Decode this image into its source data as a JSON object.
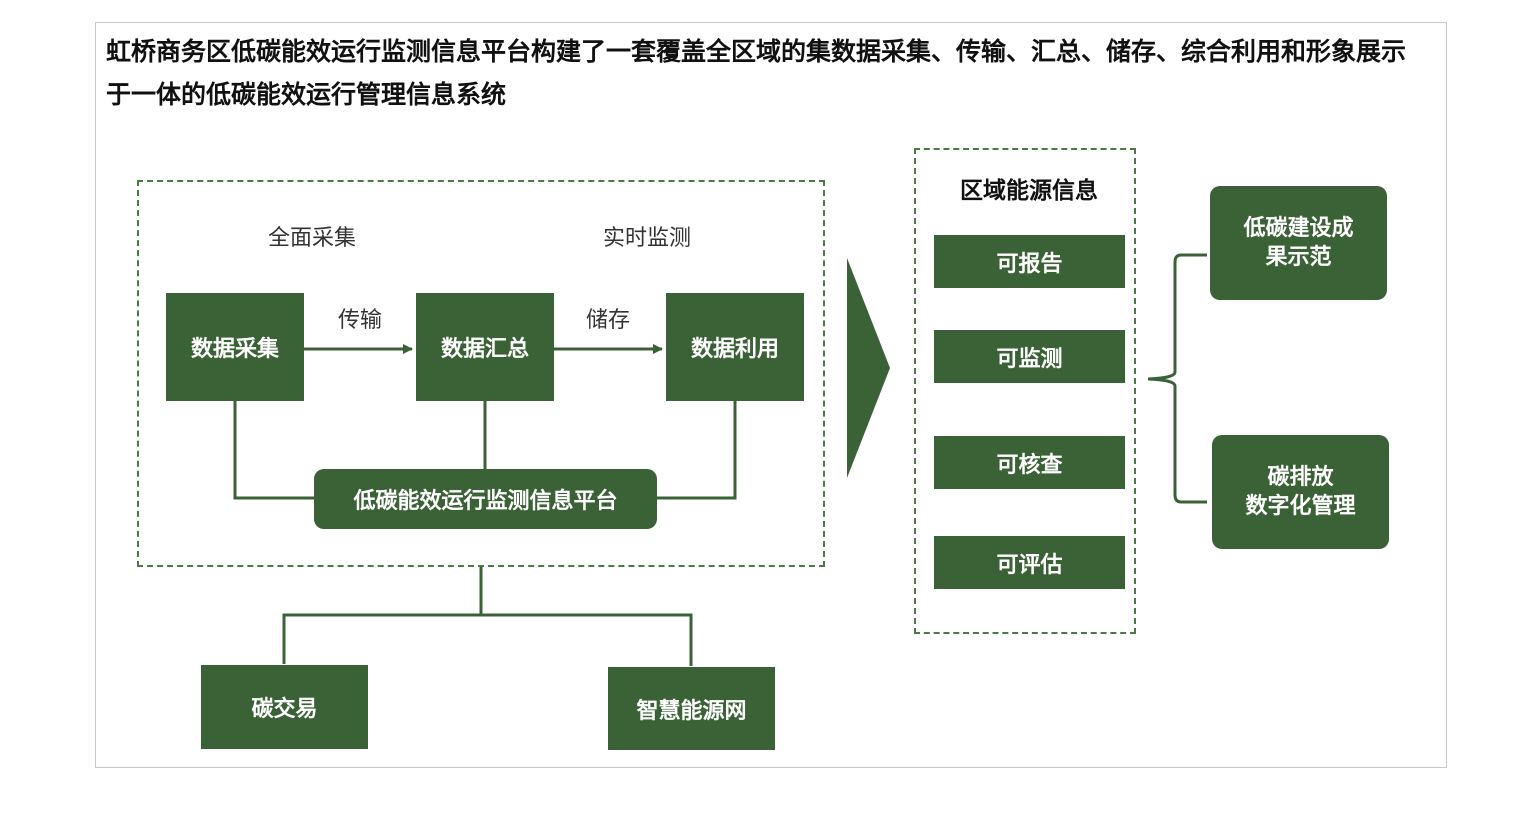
{
  "title": "虹桥商务区低碳能效运行监测信息平台构建了一套覆盖全区域的集数据采集、传输、汇总、储存、综合利用和形象展示于一体的低碳能效运行管理信息系统",
  "labels": {
    "full_collection": "全面采集",
    "realtime_monitoring": "实时监测",
    "transmission": "传输",
    "storage": "储存"
  },
  "boxes": {
    "data_collection": "数据采集",
    "data_aggregation": "数据汇总",
    "data_utilization": "数据利用",
    "platform": "低碳能效运行监测信息平台",
    "carbon_trading": "碳交易",
    "smart_energy_grid": "智慧能源网"
  },
  "regional_info": {
    "title": "区域能源信息",
    "items": [
      "可报告",
      "可监测",
      "可核查",
      "可评估"
    ]
  },
  "outcomes": [
    {
      "line1": "低碳建设成",
      "line2": "果示范"
    },
    {
      "line1": "碳排放",
      "line2": "数字化管理"
    }
  ],
  "colors": {
    "box_fill": "#3b6236",
    "connector": "#3b6236",
    "dashed_border": "#4a7a45"
  }
}
